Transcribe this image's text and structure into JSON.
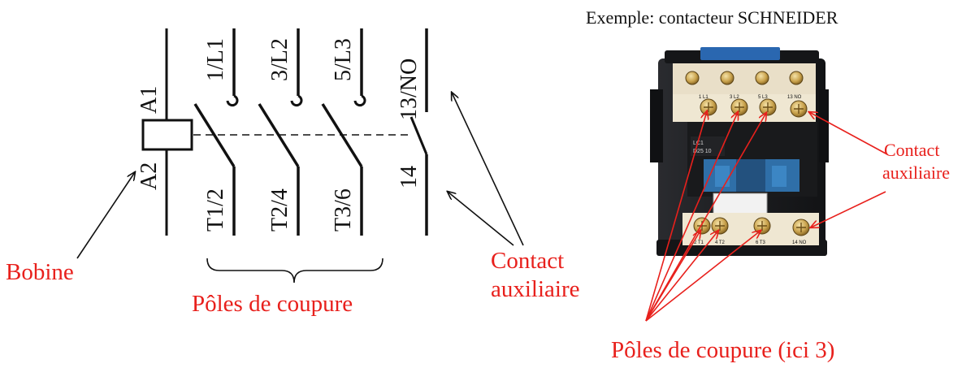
{
  "schematic": {
    "coil_top": "A1",
    "coil_bottom": "A2",
    "pole_top_labels": [
      "1/L1",
      "3/L2",
      "5/L3"
    ],
    "pole_bottom_labels": [
      "T1/2",
      "T2/4",
      "T3/6"
    ],
    "aux_top_label": "13/NO",
    "aux_bottom_label": "14"
  },
  "labels": {
    "coil": "Bobine",
    "poles": "Pôles de coupure",
    "aux_line1": "Contact",
    "aux_line2": "auxiliaire"
  },
  "photo": {
    "caption": "Exemple: contacteur SCHNEIDER",
    "aux_line1": "Contact",
    "aux_line2": "auxiliaire",
    "poles": "Pôles de coupure (ici 3)",
    "top_terminal_marks": [
      "1 L1",
      "3 L2",
      "5 L3",
      "13 NO"
    ],
    "bottom_terminal_marks": [
      "2 T1",
      "4 T2",
      "6 T3",
      "14 NO"
    ],
    "front_badge_line1": "LC1",
    "front_badge_line2": "D25 10"
  },
  "colors": {
    "annotation": "#e8201c",
    "ink": "#111111",
    "housing": "#1c1d20",
    "module": "#2f6fa8",
    "terminal_strip": "#e9dfc8",
    "screw": "#c9a24c"
  }
}
